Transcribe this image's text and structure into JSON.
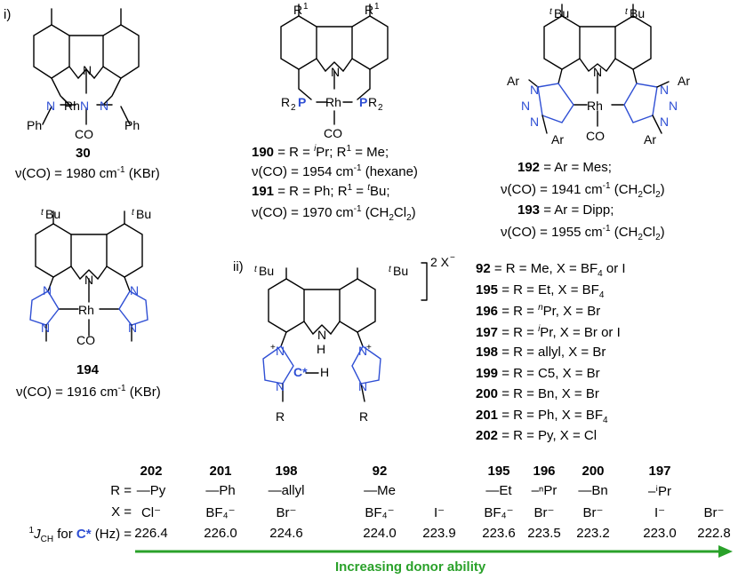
{
  "panel_labels": {
    "i": "i)",
    "ii": "ii)"
  },
  "compounds": {
    "c30": {
      "label": "30",
      "ir": "ν(CO) = 1980 cm",
      "ir_sup": "-1",
      "ir_tail": " (KBr)"
    },
    "c190_191": {
      "line1_num": "190",
      "line1_rest": " = R = ",
      "line1_sup": "i",
      "line1_end": "Pr; R",
      "line1_r1sup": "1",
      "line1_tail": " = Me;",
      "line2": "ν(CO) = 1954 cm",
      "line2_sup": "-1",
      "line2_tail": " (hexane)",
      "line3_num": "191",
      "line3_rest": " = R = Ph; R",
      "line3_sup": "1",
      "line3_mid": " = ",
      "line3_tsup": "t",
      "line3_tail": "Bu;",
      "line4": "ν(CO) = 1970 cm",
      "line4_sup": "-1",
      "line4_tail": " (CH",
      "line4_sub": "2",
      "line4_cl": "Cl",
      "line4_sub2": "2",
      "line4_end": ")"
    },
    "c192_193": {
      "line1_num": "192",
      "line1_rest": " = Ar = Mes;",
      "line2": "ν(CO) = 1941 cm",
      "line2_sup": "-1",
      "line2_tail": " (CH",
      "line2_sub": "2",
      "line2_cl": "Cl",
      "line2_sub2": "2",
      "line2_end": ")",
      "line3_num": "193",
      "line3_rest": " = Ar = Dipp;",
      "line4": "ν(CO) =  1955 cm",
      "line4_sup": "-1",
      "line4_tail": " (CH",
      "line4_sub": "2",
      "line4_cl": "Cl",
      "line4_sub2": "2",
      "line4_end": ")"
    },
    "c194": {
      "label": "194",
      "ir": "ν(CO) = 1916 cm",
      "ir_sup": "-1",
      "ir_tail": " (KBr)"
    },
    "salt_charge": "2 X",
    "salt_charge_sup": "−"
  },
  "salt_list": [
    {
      "num": "92",
      "text": " = R = Me, X = BF",
      "sub": "4",
      "tail": " or I"
    },
    {
      "num": "195",
      "text": " = R = Et, X = BF",
      "sub": "4",
      "tail": ""
    },
    {
      "num": "196",
      "text": " = R = ",
      "sup": "n",
      "text2": "Pr, X = Br"
    },
    {
      "num": "197",
      "text": " = R = ",
      "sup": "i",
      "text2": "Pr, X = Br or I"
    },
    {
      "num": "198",
      "text": " = R = allyl, X = Br",
      "sub": "",
      "tail": ""
    },
    {
      "num": "199",
      "text": " = R = C5, X = Br",
      "sub": "",
      "tail": ""
    },
    {
      "num": "200",
      "text": " = R = Bn, X = Br",
      "sub": "",
      "tail": ""
    },
    {
      "num": "201",
      "text": " = R = Ph, X = BF",
      "sub": "4",
      "tail": ""
    },
    {
      "num": "202",
      "text": " = R = Py, X = Cl",
      "sub": "",
      "tail": ""
    }
  ],
  "structure_text": {
    "Rh": "Rh",
    "N": "N",
    "CO": "CO",
    "Ph": "Ph",
    "P": "P",
    "R2": "R",
    "two": "2",
    "R1": "R",
    "one": "1",
    "tBu": "Bu",
    "t": "t",
    "Ar": "Ar",
    "H": "H",
    "Cstar": "C*",
    "R": "R",
    "plus": "+"
  },
  "table": {
    "row_labels": {
      "R": "R =",
      "X": "X =",
      "J_pre": "1",
      "J_mid": "J",
      "J_sub": "CH",
      "J_for": " for ",
      "J_C": "C*",
      "J_tail": " (Hz) ="
    },
    "columns": [
      {
        "cmpd": "202",
        "R": "—Py",
        "X": "Cl⁻",
        "J": "226.4"
      },
      {
        "cmpd": "201",
        "R": "—Ph",
        "X": "BF₄⁻",
        "J": "226.0"
      },
      {
        "cmpd": "198",
        "R": "—allyl",
        "X": "Br⁻",
        "J": "224.6"
      },
      {
        "cmpd": "92",
        "R": "—Me",
        "X": "BF₄⁻",
        "J": "224.0"
      },
      {
        "cmpd": "",
        "R": "",
        "X": "I⁻",
        "J": "223.9"
      },
      {
        "cmpd": "195",
        "R": "—Et",
        "X": "BF₄⁻",
        "J": "223.6"
      },
      {
        "cmpd": "196",
        "R": "–ⁿPr",
        "X": "Br⁻",
        "J": "223.5"
      },
      {
        "cmpd": "200",
        "R": "—Bn",
        "X": "Br⁻",
        "J": "223.2"
      },
      {
        "cmpd": "197",
        "R": "–ⁱPr",
        "X": "I⁻",
        "J": "223.0"
      },
      {
        "cmpd": "",
        "R": "",
        "X": "Br⁻",
        "J": "222.8"
      }
    ]
  },
  "arrow_label": "Increasing donor ability",
  "colors": {
    "blue": "#2f4fd4",
    "green": "#2aa12a"
  }
}
